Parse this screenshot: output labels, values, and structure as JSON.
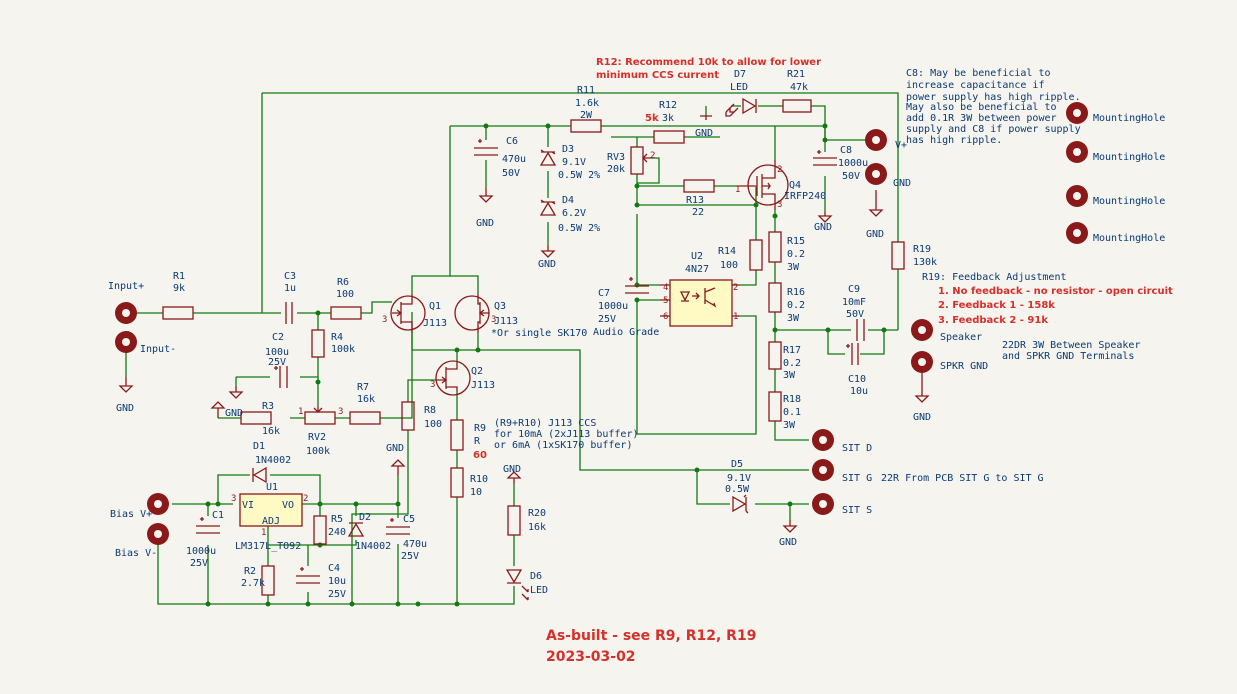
{
  "notes": {
    "r12_line1": "R12: Recommend 10k to allow for lower",
    "r12_line2": "minimum CCS current",
    "c8_lines": [
      "C8: May be beneficial to",
      "increase capacitance if",
      "power supply has high ripple.",
      "May also be beneficial to",
      "add 0.1R 3W between power",
      "supply and C8 if power supply",
      "has high ripple."
    ],
    "r19_title": "R19: Feedback Adjustment",
    "r19_items": [
      "1.  No feedback - no resistor - open circuit",
      "2.  Feedback 1 - 158k",
      "3.  Feedback 2 - 91k"
    ],
    "speaker_note_1": "22DR 3W Between Speaker",
    "speaker_note_2": "and SPKR GND Terminals",
    "sit_note": "22R From PCB SIT G to SIT G",
    "ccs_note": [
      "(R9+R10) J113 CCS",
      "for 10mA (2xJ113 buffer)",
      "or 6mA (1xSK170 buffer)"
    ],
    "sk170_note": "*Or single SK170",
    "audio_grade": "Audio Grade",
    "asbuilt_1": "As-built - see R9, R12, R19",
    "asbuilt_2": "2023-03-02"
  },
  "connectors": {
    "input_plus": "Input+",
    "input_minus": "Input-",
    "bias_vplus": "Bias V+",
    "bias_vminus": "Bias V-",
    "vplus": "V+",
    "gnd": "GND",
    "speaker": "Speaker",
    "spkr_gnd": "SPKR GND",
    "sit_d": "SIT D",
    "sit_g": "SIT G",
    "sit_s": "SIT S",
    "mounting_hole": "MountingHole"
  },
  "gnd_label": "GND",
  "components": {
    "R1": {
      "ref": "R1",
      "val": "9k"
    },
    "C3": {
      "ref": "C3",
      "val": "1u"
    },
    "R6": {
      "ref": "R6",
      "val": "100"
    },
    "R4": {
      "ref": "R4",
      "val": "100k"
    },
    "C2": {
      "ref": "C2",
      "val": "100u",
      "val2": "25V"
    },
    "R3": {
      "ref": "R3",
      "val": "16k"
    },
    "RV2": {
      "ref": "RV2",
      "val": "100k"
    },
    "R7": {
      "ref": "R7",
      "val": "16k"
    },
    "Q1": {
      "ref": "Q1",
      "val": "J113"
    },
    "Q3": {
      "ref": "Q3",
      "val": "J113"
    },
    "Q2": {
      "ref": "Q2",
      "val": "J113"
    },
    "R8": {
      "ref": "R8",
      "val": "100"
    },
    "R9": {
      "ref": "R9",
      "val": "R",
      "val2": "60"
    },
    "R10": {
      "ref": "R10",
      "val": "10"
    },
    "R11": {
      "ref": "R11",
      "val": "1.6k",
      "val2": "2W"
    },
    "R12": {
      "ref": "R12",
      "val": "3k",
      "alt": "5k"
    },
    "C6": {
      "ref": "C6",
      "val": "470u",
      "val2": "50V"
    },
    "D3": {
      "ref": "D3",
      "val": "9.1V",
      "val2": "0.5W 2%"
    },
    "D4": {
      "ref": "D4",
      "val": "6.2V",
      "val2": "0.5W 2%"
    },
    "D7": {
      "ref": "D7",
      "val": "LED"
    },
    "R21": {
      "ref": "R21",
      "val": "47k"
    },
    "RV3": {
      "ref": "RV3",
      "val": "20k"
    },
    "R13": {
      "ref": "R13",
      "val": "22"
    },
    "Q4": {
      "ref": "Q4",
      "val": "IRFP240"
    },
    "C8": {
      "ref": "C8",
      "val": "1000u",
      "val2": "50V"
    },
    "R19": {
      "ref": "R19",
      "val": "130k"
    },
    "U2": {
      "ref": "U2",
      "val": "4N27"
    },
    "C7": {
      "ref": "C7",
      "val": "1000u",
      "val2": "25V"
    },
    "R14": {
      "ref": "R14",
      "val": "100"
    },
    "R15": {
      "ref": "R15",
      "val": "0.2",
      "val2": "3W"
    },
    "R16": {
      "ref": "R16",
      "val": "0.2",
      "val2": "3W"
    },
    "R17": {
      "ref": "R17",
      "val": "0.2",
      "val2": "3W"
    },
    "R18": {
      "ref": "R18",
      "val": "0.1",
      "val2": "3W"
    },
    "C9": {
      "ref": "C9",
      "val": "10mF",
      "val2": "50V"
    },
    "C10": {
      "ref": "C10",
      "val": "10u"
    },
    "D5": {
      "ref": "D5",
      "val": "9.1V",
      "val2": "0.5W"
    },
    "D1": {
      "ref": "D1",
      "val": "1N4002"
    },
    "U1": {
      "ref": "U1",
      "val": "LM317L_TO92",
      "pin_vi": "VI",
      "pin_vo": "VO",
      "pin_adj": "ADJ"
    },
    "C1": {
      "ref": "C1",
      "val": "1000u",
      "val2": "25V"
    },
    "R2": {
      "ref": "R2",
      "val": "2.7k"
    },
    "C4": {
      "ref": "C4",
      "val": "10u",
      "val2": "25V"
    },
    "R5": {
      "ref": "R5",
      "val": "240"
    },
    "D2": {
      "ref": "D2",
      "val": "1N4002"
    },
    "C5": {
      "ref": "C5",
      "val": "470u",
      "val2": "25V"
    },
    "R20": {
      "ref": "R20",
      "val": "16k"
    },
    "D6": {
      "ref": "D6",
      "val": "LED"
    }
  },
  "colors": {
    "wire": "#127a12",
    "symbol": "#8a1a1a",
    "text": "#0b3a73",
    "note": "#d6302b",
    "symbol_fill": "#fff9c4",
    "background": "#f5f4ef"
  }
}
